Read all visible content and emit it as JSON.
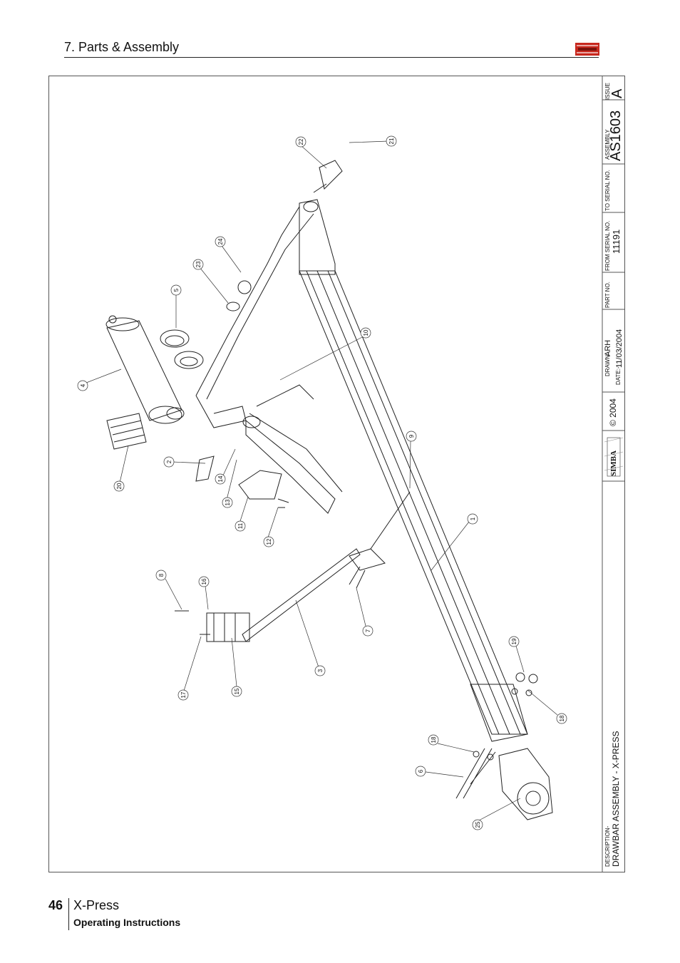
{
  "header": {
    "section_title": "7. Parts & Assembly"
  },
  "footer": {
    "page_number": "46",
    "product": "X-Press",
    "subtitle": "Operating Instructions"
  },
  "title_block": {
    "issue_label": "ISSUE",
    "issue_value": "A",
    "assembly_label": "ASSEMBLY",
    "assembly_value": "AS1603",
    "to_serial_label": "TO SERIAL NO.",
    "from_serial_label": "FROM SERIAL NO.",
    "from_serial_value": "11191",
    "part_no_label": "PART NO.",
    "drawn_label": "DRAWN:-",
    "drawn_value": "ARH",
    "date_label": "DATE:-",
    "date_value": "11/03/2004",
    "copyright": "© 2004",
    "logo_text": "SIMBA",
    "description_label": "DESCRIPTION-",
    "description_value": "DRAWBAR ASSEMBLY - X-PRESS"
  },
  "part_labels": [
    "1",
    "2",
    "3",
    "4",
    "5",
    "6",
    "7",
    "8",
    "9",
    "10",
    "11",
    "12",
    "13",
    "14",
    "15",
    "16",
    "17",
    "18",
    "18",
    "19",
    "20",
    "21",
    "22",
    "23",
    "24",
    "25"
  ]
}
